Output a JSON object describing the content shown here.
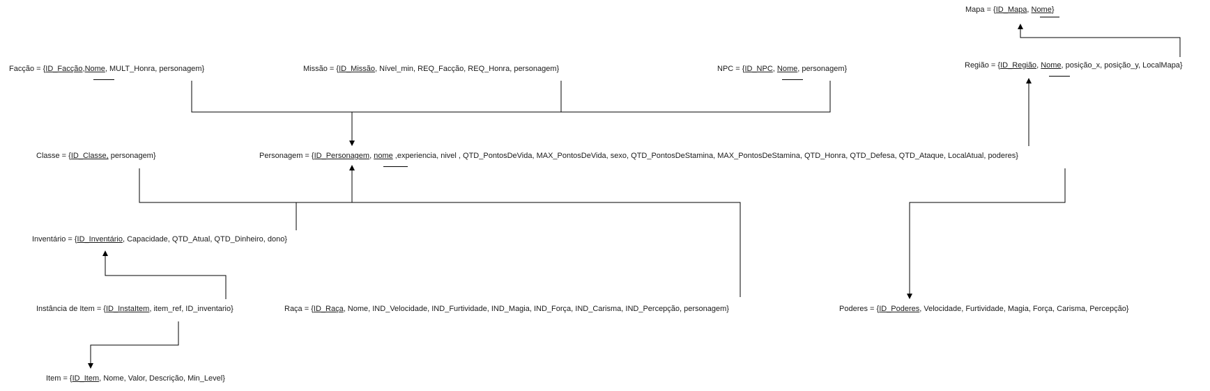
{
  "relations": [
    {
      "id": "mapa",
      "parts": [
        [
          "Mapa = {",
          0
        ],
        [
          "ID_Mapa",
          1
        ],
        [
          ", ",
          0
        ],
        [
          "Nome",
          1
        ],
        [
          "}",
          0
        ]
      ]
    },
    {
      "id": "faccao",
      "parts": [
        [
          "Facção = {",
          0
        ],
        [
          "ID_Facção",
          1
        ],
        [
          ",",
          0
        ],
        [
          "Nome",
          1
        ],
        [
          ", MULT_Honra, personagem}",
          0
        ]
      ]
    },
    {
      "id": "missao",
      "parts": [
        [
          "Missão = {",
          0
        ],
        [
          "ID_Missão",
          1
        ],
        [
          ", Nível_min, REQ_Facção, REQ_Honra, personagem}",
          0
        ]
      ]
    },
    {
      "id": "npc",
      "parts": [
        [
          "NPC = {",
          0
        ],
        [
          "ID_NPC",
          1
        ],
        [
          ", ",
          0
        ],
        [
          "Nome",
          1
        ],
        [
          ", personagem}",
          0
        ]
      ]
    },
    {
      "id": "regiao",
      "parts": [
        [
          "Região = {",
          0
        ],
        [
          "ID_Região",
          1
        ],
        [
          ", ",
          0
        ],
        [
          "Nome",
          1
        ],
        [
          ", posição_x, posição_y, LocalMapa}",
          0
        ]
      ]
    },
    {
      "id": "classe",
      "parts": [
        [
          "Classe = {",
          0
        ],
        [
          "ID_Classe,",
          1
        ],
        [
          " personagem}",
          0
        ]
      ]
    },
    {
      "id": "personagem",
      "parts": [
        [
          "Personagem = {",
          0
        ],
        [
          "ID_Personagem",
          1
        ],
        [
          ", ",
          0
        ],
        [
          "nome",
          1
        ],
        [
          " ,experiencia, nivel , QTD_PontosDeVida, MAX_PontosDeVida, sexo, QTD_PontosDeStamina, MAX_PontosDeStamina, QTD_Honra, QTD_Defesa, QTD_Ataque, LocalAtual, poderes}",
          0
        ]
      ]
    },
    {
      "id": "inventario",
      "parts": [
        [
          "Inventário = {",
          0
        ],
        [
          "ID_Inventário",
          1
        ],
        [
          ", Capacidade, QTD_Atual, QTD_Dinheiro, dono}",
          0
        ]
      ]
    },
    {
      "id": "instancia",
      "parts": [
        [
          "Instância de Item = {",
          0
        ],
        [
          "ID_InstaItem",
          1
        ],
        [
          ", item_ref, ID_inventario}",
          0
        ]
      ]
    },
    {
      "id": "raca",
      "parts": [
        [
          "Raça = {",
          0
        ],
        [
          "ID_Raça",
          1
        ],
        [
          ", Nome, IND_Velocidade, IND_Furtividade, IND_Magia, IND_Força, IND_Carisma, IND_Percepção, personagem}",
          0
        ]
      ]
    },
    {
      "id": "poderes",
      "parts": [
        [
          "Poderes = {",
          0
        ],
        [
          "ID_Poderes",
          1
        ],
        [
          ", Velocidade, Furtividade, Magia, Força, Carisma, Percepção}",
          0
        ]
      ]
    },
    {
      "id": "item",
      "parts": [
        [
          "Item = {",
          0
        ],
        [
          "ID_Item",
          1
        ],
        [
          ", Nome, Valor, Descrição, Min_Level}",
          0
        ]
      ]
    }
  ],
  "colors": {
    "line": "#000000",
    "text": "#1a1a1a",
    "background": "#ffffff"
  }
}
